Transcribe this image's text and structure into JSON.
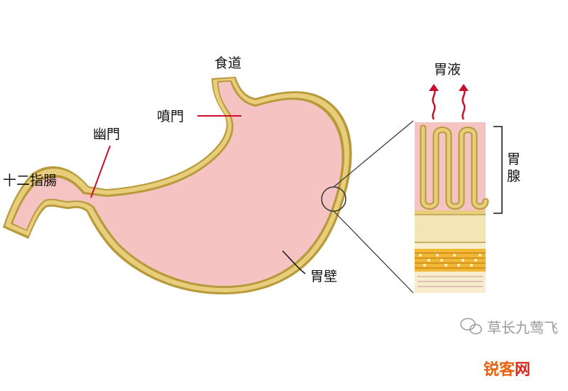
{
  "labels": {
    "esophagus": "食道",
    "cardia": "噴門",
    "pylorus": "幽門",
    "duodenum": "十二指腸",
    "stomach_wall": "胃壁",
    "gastric_juice": "胃液",
    "gastric_gland_1": "胃",
    "gastric_gland_2": "腺"
  },
  "watermark": {
    "icon": "wechat-icon",
    "text": "草长九莺飞"
  },
  "brand": {
    "part1": "锐客",
    "part2": "网",
    "color1": "#e8620e",
    "color2": "#d92a1c"
  },
  "colors": {
    "stomach_fill": "#f6c3c3",
    "wall": "#e8cd7a",
    "wall_outline": "#b89a3c",
    "red_line": "#c8102e",
    "gland_band": "#f3e6b5",
    "muscle": "#f0b832"
  }
}
